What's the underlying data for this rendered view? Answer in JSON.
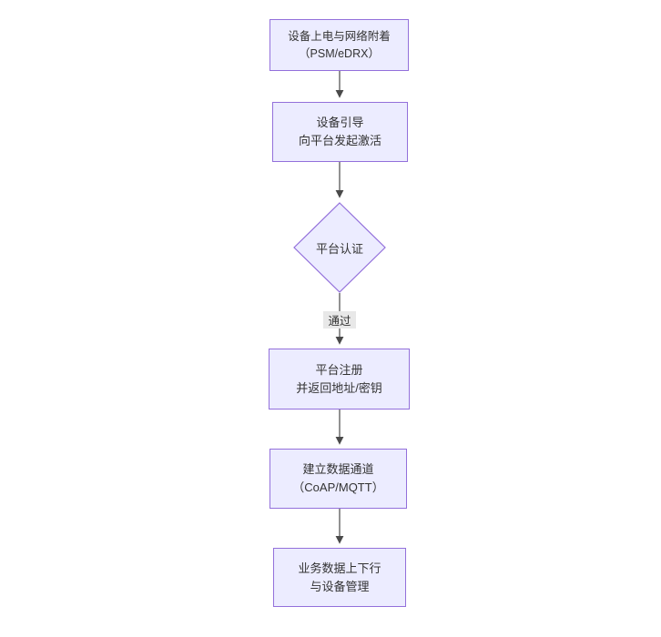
{
  "diagram": {
    "type": "flowchart-top-down",
    "nodes": [
      {
        "id": "power-attach",
        "shape": "rect",
        "lines": [
          "设备上电与网络附着",
          "（PSM/eDRX）"
        ]
      },
      {
        "id": "bootstrap",
        "shape": "rect",
        "lines": [
          "设备引导",
          "向平台发起激活"
        ]
      },
      {
        "id": "platform-auth",
        "shape": "diamond",
        "lines": [
          "平台认证"
        ]
      },
      {
        "id": "register",
        "shape": "rect",
        "lines": [
          "平台注册",
          "并返回地址/密钥"
        ]
      },
      {
        "id": "data-channel",
        "shape": "rect",
        "lines": [
          "建立数据通道",
          "（CoAP/MQTT）"
        ]
      },
      {
        "id": "business",
        "shape": "rect",
        "lines": [
          "业务数据上下行",
          "与设备管理"
        ]
      }
    ],
    "edges": [
      {
        "from": "power-attach",
        "to": "bootstrap",
        "label": ""
      },
      {
        "from": "bootstrap",
        "to": "platform-auth",
        "label": ""
      },
      {
        "from": "platform-auth",
        "to": "register",
        "label": "通过"
      },
      {
        "from": "register",
        "to": "data-channel",
        "label": ""
      },
      {
        "from": "data-channel",
        "to": "business",
        "label": ""
      }
    ],
    "pass_label": "通过"
  },
  "colors": {
    "node_fill": "#ececff",
    "node_border": "#9370db",
    "node_text": "#333333",
    "edge_color": "#4a4a4a",
    "edge_label_bg": "#e8e8e8"
  }
}
